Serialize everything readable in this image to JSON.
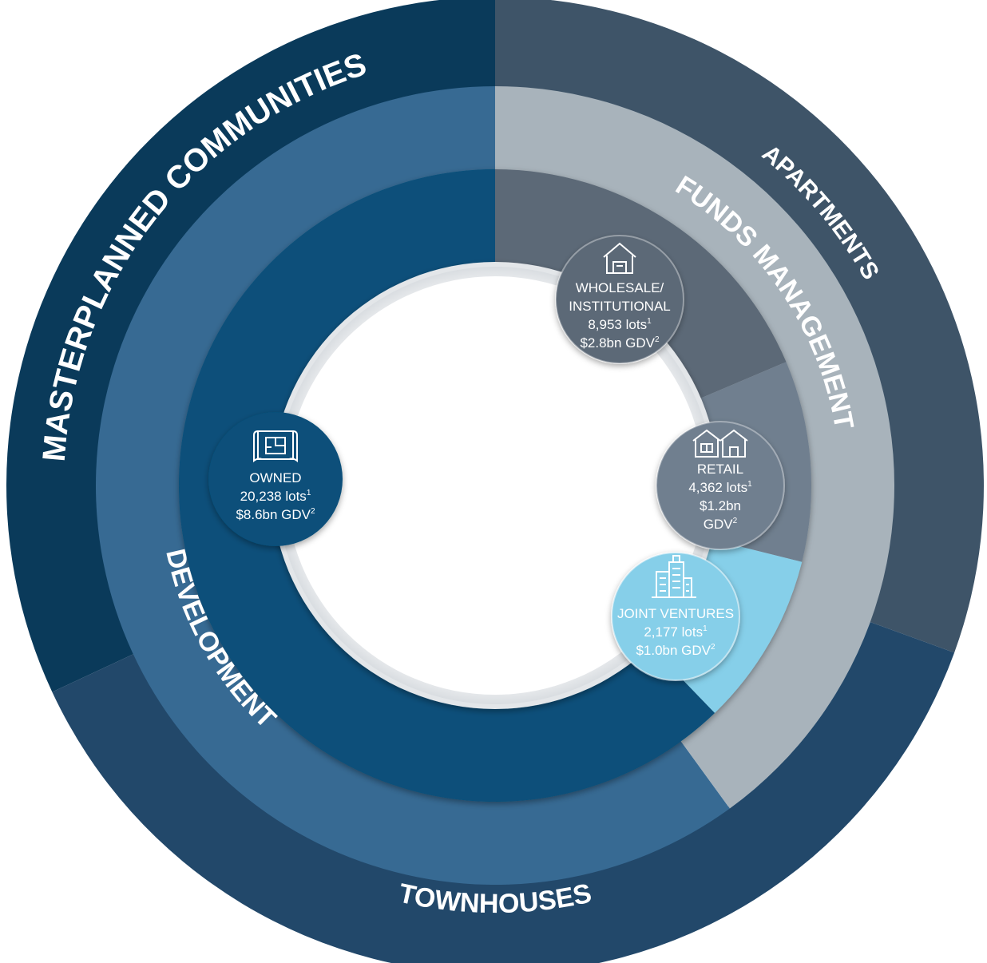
{
  "outer_ring": {
    "masterplanned": "MASTERPLANNED COMMUNITIES",
    "apartments": "APARTMENTS",
    "townhouses": "TOWNHOUSES"
  },
  "middle_ring": {
    "development": "DEVELOPMENT",
    "funds_management": "FUNDS MANAGEMENT"
  },
  "segments": {
    "owned": {
      "icon": "blueprint-icon",
      "title": "OWNED",
      "lots": "20,238 lots",
      "lots_note": "1",
      "gdv": "$8.6bn GDV",
      "gdv_note": "2"
    },
    "wholesale": {
      "icon": "house-icon",
      "title_line1": "WHOLESALE/",
      "title_line2": "INSTITUTIONAL",
      "lots": "8,953 lots",
      "lots_note": "1",
      "gdv": "$2.8bn GDV",
      "gdv_note": "2"
    },
    "retail": {
      "icon": "houses-icon",
      "title": "RETAIL",
      "lots": "4,362 lots",
      "lots_note": "1",
      "gdv_line1": "$1.2bn",
      "gdv_line2": "GDV",
      "gdv_note": "2"
    },
    "joint_ventures": {
      "icon": "building-icon",
      "title": "JOINT VENTURES",
      "lots": "2,177 lots",
      "lots_note": "1",
      "gdv": "$1.0bn GDV",
      "gdv_note": "2"
    }
  },
  "colors": {
    "masterplanned": "#0a3a5a",
    "apartments": "#3e5468",
    "townhouses": "#22486a",
    "development": "#376a93",
    "funds_management": "#a8b3bb",
    "owned": "#07507a",
    "wholesale": "#5c6977",
    "retail": "#707f8f",
    "joint_ventures": "#86cfe9",
    "center": "#ffffff"
  }
}
